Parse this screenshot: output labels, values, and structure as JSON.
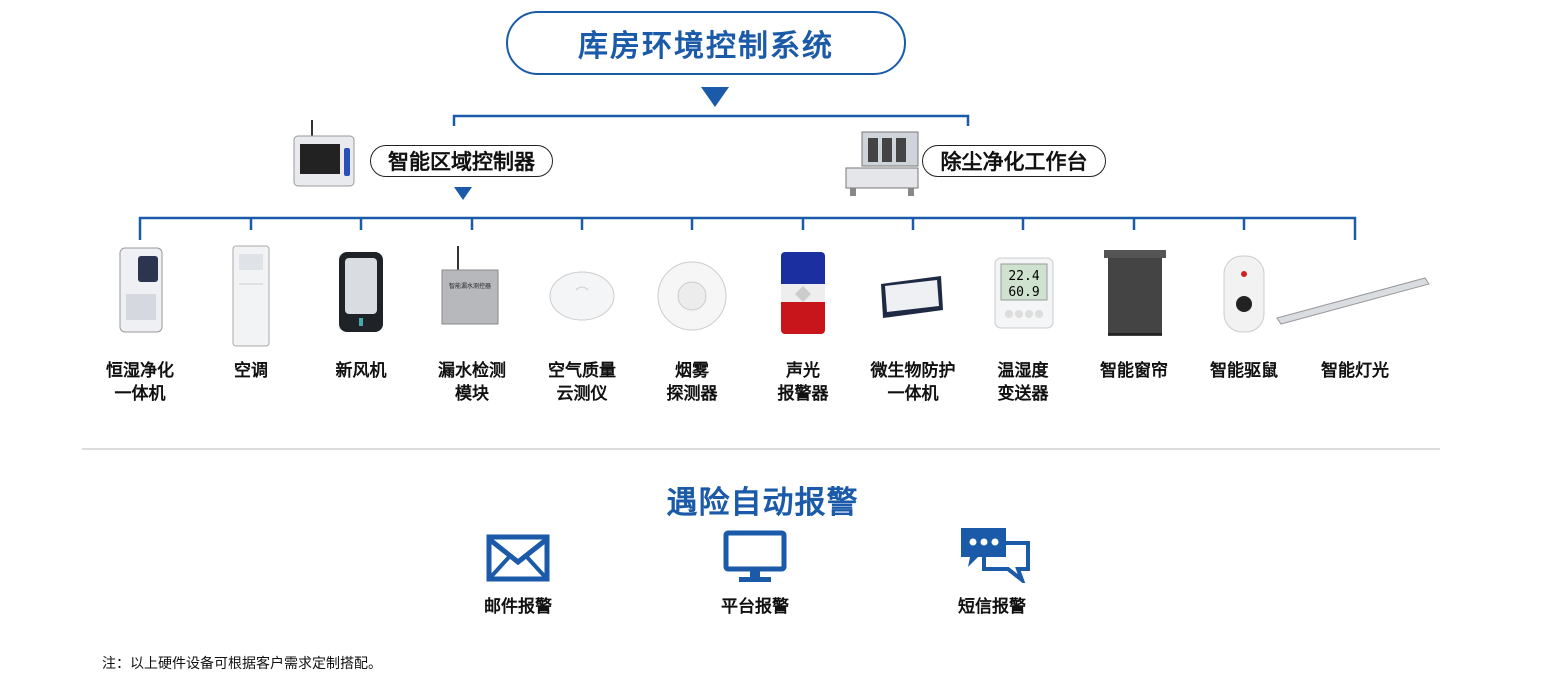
{
  "title": "库房环境控制系统",
  "controllers": [
    {
      "label": "智能区域控制器",
      "icon": "controller-box-icon"
    },
    {
      "label": "除尘净化工作台",
      "icon": "workbench-icon"
    }
  ],
  "devices": [
    {
      "lines": [
        "恒湿净化",
        "一体机"
      ],
      "icon": "humidifier-purifier-icon"
    },
    {
      "lines": [
        "空调",
        ""
      ],
      "icon": "air-conditioner-icon"
    },
    {
      "lines": [
        "新风机",
        ""
      ],
      "icon": "fresh-air-unit-icon"
    },
    {
      "lines": [
        "漏水检测",
        "模块"
      ],
      "icon": "leak-detector-icon"
    },
    {
      "lines": [
        "空气质量",
        "云测仪"
      ],
      "icon": "air-quality-sensor-icon"
    },
    {
      "lines": [
        "烟雾",
        "探测器"
      ],
      "icon": "smoke-detector-icon"
    },
    {
      "lines": [
        "声光",
        "报警器"
      ],
      "icon": "siren-icon"
    },
    {
      "lines": [
        "微生物防护",
        "一体机"
      ],
      "icon": "microbe-protector-icon"
    },
    {
      "lines": [
        "温湿度",
        "变送器"
      ],
      "icon": "thermo-hygrometer-icon"
    },
    {
      "lines": [
        "智能窗帘",
        ""
      ],
      "icon": "curtain-icon"
    },
    {
      "lines": [
        "智能驱鼠",
        ""
      ],
      "icon": "rodent-repeller-icon"
    },
    {
      "lines": [
        "智能灯光",
        ""
      ],
      "icon": "light-bar-icon"
    }
  ],
  "thermo_display": {
    "temp": "22.4",
    "humidity": "60.9"
  },
  "leak_module_text": "智能漏水测控器",
  "alarm": {
    "title": "遇险自动报警",
    "channels": [
      {
        "label": "邮件报警",
        "icon": "envelope-icon"
      },
      {
        "label": "平台报警",
        "icon": "monitor-icon"
      },
      {
        "label": "短信报警",
        "icon": "chat-bubbles-icon"
      }
    ]
  },
  "note": "注：以上硬件设备可根据客户需求定制搭配。",
  "colors": {
    "accent": "#1a5aa8"
  }
}
